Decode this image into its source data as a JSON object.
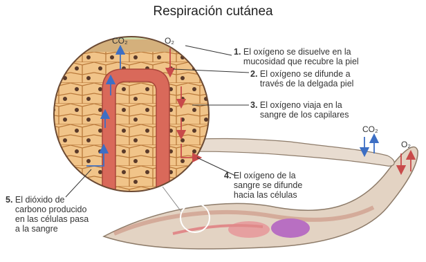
{
  "title": "Respiración cutánea",
  "gases": {
    "co2": "CO₂",
    "o2": "O₂"
  },
  "steps": [
    {
      "num": "1.",
      "lines": [
        "El oxígeno se disuelve en la",
        "mucosidad que recubre la piel"
      ]
    },
    {
      "num": "2.",
      "lines": [
        "El oxígeno se difunde a",
        "través de la delgada piel"
      ]
    },
    {
      "num": "3.",
      "lines": [
        "El oxígeno viaja en la",
        "sangre de los capilares"
      ]
    },
    {
      "num": "4.",
      "lines": [
        "El oxígeno de la",
        "sangre se difunde",
        "hacia las células"
      ]
    },
    {
      "num": "5.",
      "lines": [
        "El dióxido de",
        "carbono producido",
        "en las células pasa",
        "a la sangre"
      ]
    }
  ],
  "colors": {
    "skin": "#e9c58c",
    "cell": "#f0c489",
    "cell_border": "#b9793a",
    "capillary": "#d9695a",
    "o2_arrow": "#c84a4a",
    "co2_arrow": "#3d6fc4",
    "worm": "#e6d8c8"
  }
}
